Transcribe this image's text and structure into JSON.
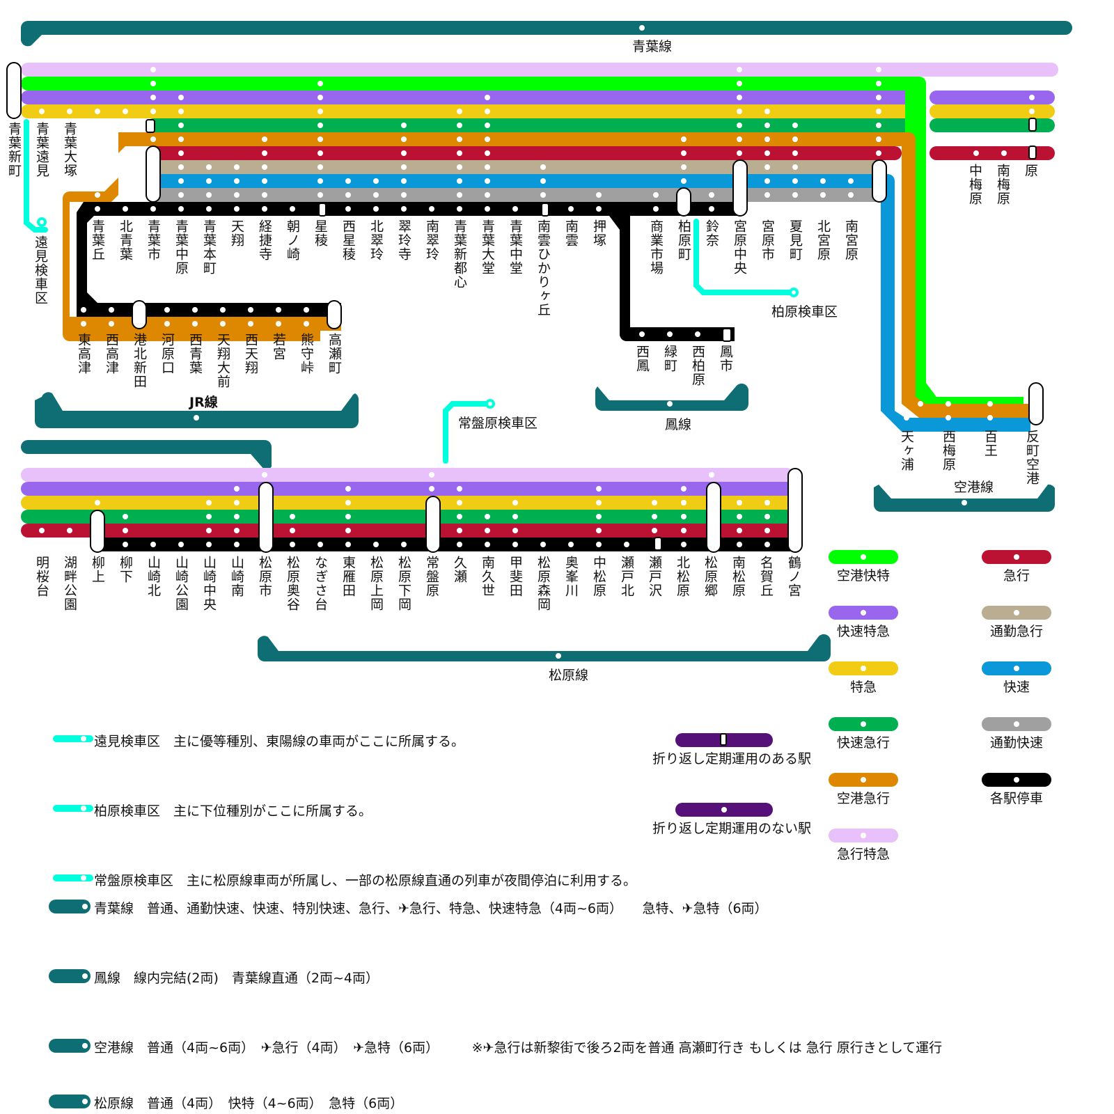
{
  "colors": {
    "aoba_line": "#0e6e73",
    "airport_rapid_special": "#00ff00",
    "rapid_ltd_exp": "#9966ee",
    "ltd_exp": "#f0cc14",
    "rapid_exp": "#00b050",
    "airport_exp": "#dd8800",
    "express": "#bb1133",
    "commuter_exp": "#b9ad92",
    "rapid": "#0a98d8",
    "commuter_rapid": "#a0a0a0",
    "local": "#000000",
    "express_ltd": "#e8c0fa",
    "depot": "#00ffdd",
    "legend_turn": "#551177"
  },
  "lines": {
    "aoba": "青葉線",
    "jr": "JR線",
    "otori": "鳳線",
    "airport": "空港線",
    "matsubara": "松原線"
  },
  "depots": {
    "tomi": "遠見検車区",
    "kashiwabara": "柏原検車区",
    "tokiwabara": "常盤原検車区"
  },
  "stations_upper_left": [
    "青葉新町",
    "青葉遠見",
    "青葉大塚"
  ],
  "stations_main": [
    "青葉丘",
    "北青葉",
    "青葉市",
    "青葉中原",
    "青葉本町",
    "天翔",
    "経捷寺",
    "朝ノ崎",
    "星稜",
    "西星稜",
    "北翠玲",
    "翠玲寺",
    "南翠玲",
    "青葉新都心",
    "青葉大堂",
    "青葉中堂",
    "南雲ひかりヶ丘",
    "南雲",
    "押塚",
    "商業市場",
    "柏原町",
    "鈴奈",
    "宮原中央",
    "宮原市",
    "夏見町",
    "北宮原",
    "南宮原"
  ],
  "stations_branch_right": [
    "中梅原",
    "南梅原",
    "原"
  ],
  "stations_jr": [
    "東高津",
    "西高津",
    "港北新田",
    "河原口",
    "西青葉",
    "天翔大前",
    "西天翔",
    "若宮",
    "熊守峠",
    "高瀬町"
  ],
  "stations_otori": [
    "西鳳",
    "緑町",
    "西柏原",
    "鳳市"
  ],
  "stations_airport": [
    "天ヶ浦",
    "西梅原",
    "百王",
    "反町空港"
  ],
  "stations_matsubara": [
    "明桜台",
    "湖畔公園",
    "柳上",
    "柳下",
    "山崎北",
    "山崎公園",
    "山崎中央",
    "山崎南",
    "松原市",
    "松原奥谷",
    "なぎさ台",
    "東雁田",
    "松原上岡",
    "松原下岡",
    "常盤原",
    "久瀬",
    "南久世",
    "甲斐田",
    "松原森岡",
    "奥峯川",
    "中松原",
    "瀬戸北",
    "瀬戸沢",
    "北松原",
    "松原郷",
    "南松原",
    "名賀丘",
    "鶴ノ宮"
  ],
  "legend_types": [
    {
      "name": "空港快特",
      "color": "#00ff00"
    },
    {
      "name": "急行",
      "color": "#bb1133"
    },
    {
      "name": "快速特急",
      "color": "#9966ee"
    },
    {
      "name": "通勤急行",
      "color": "#b9ad92"
    },
    {
      "name": "特急",
      "color": "#f0cc14"
    },
    {
      "name": "快速",
      "color": "#0a98d8"
    },
    {
      "name": "快速急行",
      "color": "#00b050"
    },
    {
      "name": "通勤快速",
      "color": "#a0a0a0"
    },
    {
      "name": "空港急行",
      "color": "#dd8800"
    },
    {
      "name": "各駅停車",
      "color": "#000000"
    },
    {
      "name": "急行特急",
      "color": "#e8c0fa"
    }
  ],
  "legend_turn": {
    "with": "折り返し定期運用のある駅",
    "without": "折り返し定期運用のない駅"
  },
  "notes": {
    "depot_tomi": "遠見検車区　主に優等種別、東陽線の車両がここに所属する。",
    "depot_kashiwabara": "柏原検車区　主に下位種別がここに所属する。",
    "depot_tokiwabara": "常盤原検車区　主に松原線車両が所属し、一部の松原線直通の列車が夜間停泊に利用する。",
    "line_aoba": "青葉線　普通、通勤快速、快速、特別快速、急行、✈急行、特急、快速特急（4両~6両）　　急特、✈急特（6両）",
    "line_otori": "鳳線　線内完結(2両)　青葉線直通（2両~4両）",
    "line_airport": "空港線　普通（4両~6両）　✈急行（4両）　✈急特（6両）　　　※✈急行は新黎街で後ろ2両を普通 高瀬町行き もしくは 急行 原行きとして運行",
    "line_matsubara": "松原線　普通（4両）　快特（4~6両）　急特（6両）"
  }
}
